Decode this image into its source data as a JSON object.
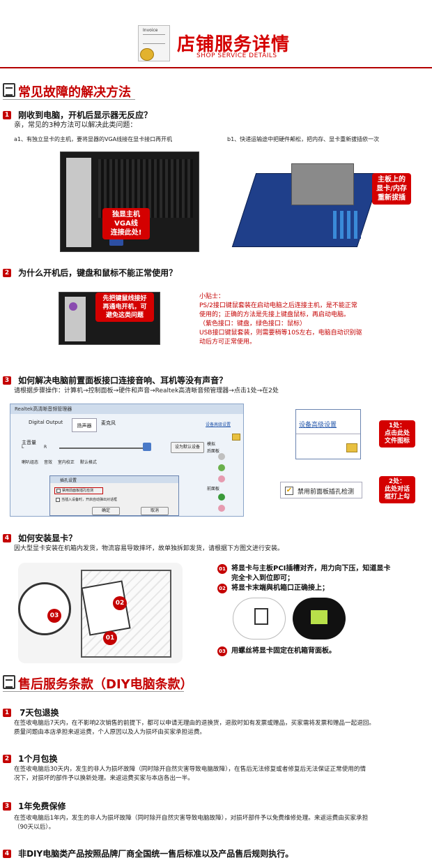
{
  "header": {
    "title": "店铺服务详情",
    "subtitle": "SHOP SERVICE DETAILS",
    "icon_text": "Invoice"
  },
  "faq": {
    "title": "常见故障的解决方法",
    "q1": {
      "num": "1",
      "question": "刚收到电脑，开机后显示器无反应？",
      "intro": "亲，常见的3种方法可以解决此类问题：",
      "a1": "a1、有独立显卡的主机，要将显器的VGA线接在显卡接口再开机",
      "b1": "b1、快递运输途中把硬件颠松，把内存、显卡重新拔插依一次",
      "callout_left": [
        "独显主机",
        "VGA线",
        "连接此处!"
      ],
      "callout_right": [
        "主板上的",
        "显卡/内存",
        "重新拔插"
      ]
    },
    "q2": {
      "num": "2",
      "question": "为什么开机后，键盘和鼠标不能正常使用？",
      "callout": [
        "先把键鼠线接好",
        "再通电开机，可",
        "避免这类问题"
      ],
      "tip": [
        "小贴士：",
        "PS/2接口键鼠套装在启动电脑之后连接主机，是不能正常",
        "使用的；正确的方法是先接上键盘鼠标，再启动电脑。",
        "（紫色接口：键盘，绿色接口：鼠标）",
        "USB接口键鼠套装，则需要稍等10S左右，电脑自动识别驱",
        "动后方可正常使用。"
      ]
    },
    "q3": {
      "num": "3",
      "question": "如何解决电脑前置面板接口连接音响、耳机等没有声音？",
      "steps": "请根据步骤操作：计算机→控制面板→硬件和声音→Realtek高清晰音频管理器→点击1处→在2处",
      "window_title": "Realtek高清晰音频管理器",
      "tab_digital": "Digital Output",
      "tab_speaker": "扬声器",
      "tab_mic": "麦克风",
      "main_volume": "主音量",
      "vol_l": "L",
      "vol_r": "R",
      "set_default": "设为默认设备",
      "sub_tabs": [
        "喇叭组态",
        "音效",
        "室内校正",
        "默认格式"
      ],
      "dialog_title": "插孔设置",
      "dialog_opt1": "禁用前面板插孔检测",
      "dialog_opt2": "当插入设备时，开启自动弹出对话框",
      "dialog_ok": "确定",
      "dialog_cancel": "取消",
      "link_text": "设备高级设置",
      "side_label_1": "模拟",
      "side_label_2": "后面板",
      "side_label_3": "前面板",
      "zoom_checkbox": "禁用前面板插孔检测",
      "callout1": [
        "1处：",
        "点击此处",
        "文件图标"
      ],
      "callout2": [
        "2处：",
        "此处对话",
        "框打上勾"
      ]
    },
    "q4": {
      "num": "4",
      "question": "如何安装显卡？",
      "intro": "因大型显卡安装在机箱内发货，物流容易导致摔坏，故单独拆卸发货，请根据下方图文进行安装。",
      "step1_num": "01",
      "step1": [
        "将显卡与主板PCI插槽对齐，用力向下压，知道显卡",
        "完全卡入到位即可；"
      ],
      "step2_num": "02",
      "step2": "将显卡末端與机箱口正确接上；",
      "step3_num": "03",
      "step3": "用螺丝将显卡固定在机箱背面板。",
      "fig_labels": [
        "01",
        "02",
        "03"
      ]
    }
  },
  "after_sales": {
    "title": "售后服务条款（DIY电脑条款）",
    "items": [
      {
        "num": "1",
        "title": "7天包退换",
        "text": [
          "在签收电脑后7天内，在不影响2次销售的前提下，都可以申请无理由的退换货，退款时如有发票或赠品，买家需将发票和赠品一起退回。",
          "质量问题由本店承担来返运费，个人原因以及人为损坏由买家承担运费。"
        ]
      },
      {
        "num": "2",
        "title": "1个月包换",
        "text": [
          "在签收电脑后30天内，发生的非人为损坏故障（同时除开自然灾害导致电脑故障），在售后无法修复或者修复后无法保证正常使用的情",
          "况下，对损坏的部件予以换新处理。来返运费买家与本店各出一半。"
        ]
      },
      {
        "num": "3",
        "title": "1年免费保修",
        "text": [
          "在签收电脑后1年内，发生的非人为损坏故障（同时除开自然灾害导致电脑故障），对损坏部件予以免费维修处理。来返运费由买家承担",
          "（90天以后）。"
        ]
      },
      {
        "num": "4",
        "title": "非DIY电脑类产品按照品牌厂商全国统一售后标准以及产品售后规则执行。",
        "text": []
      }
    ]
  },
  "colors": {
    "accent": "#d40000",
    "dark_red": "#b40000"
  }
}
